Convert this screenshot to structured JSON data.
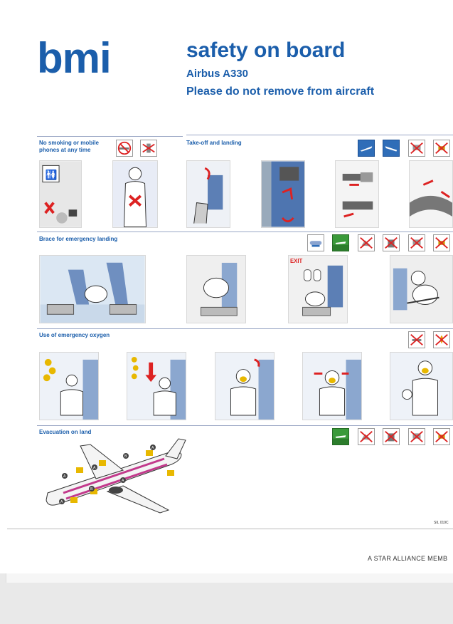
{
  "brand": {
    "logo": "bmi",
    "color": "#1b5eab"
  },
  "header": {
    "title": "safety on board",
    "aircraft": "Airbus A330",
    "notice": "Please do not remove from aircraft"
  },
  "sections": {
    "smoking": "No smoking or mobile phones at any time",
    "takeoff": "Take-off and landing",
    "brace": "Brace for emergency landing",
    "oxygen": "Use of emergency oxygen",
    "evacuation": "Evacuation on land"
  },
  "slide_labels": [
    "A",
    "A",
    "B",
    "A",
    "B",
    "A",
    "A"
  ],
  "exit_sign": "EXIT",
  "footer": {
    "code": "SIL 019C",
    "alliance": "A STAR ALLIANCE MEMB"
  }
}
